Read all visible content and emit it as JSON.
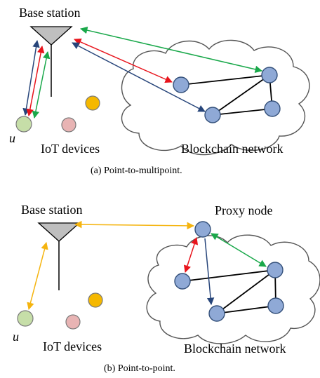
{
  "diagram_a": {
    "base_station_label": "Base station",
    "user_label": "u",
    "iot_label": "IoT devices",
    "blockchain_label": "Blockchain network",
    "caption": "(a)  Point-to-multipoint."
  },
  "diagram_b": {
    "base_station_label": "Base station",
    "proxy_label": "Proxy node",
    "user_label": "u",
    "iot_label": "IoT devices",
    "blockchain_label": "Blockchain network",
    "caption": "(b)  Point-to-point."
  },
  "colors": {
    "arrow_red": "#e8141c",
    "arrow_green": "#19a84a",
    "arrow_blue": "#27457a",
    "arrow_orange": "#f5b40f",
    "device_user": "#c6dea8",
    "device_pink": "#e8b4b4",
    "device_orange": "#f5b800",
    "blockchain_node": "#8fa9d6"
  }
}
